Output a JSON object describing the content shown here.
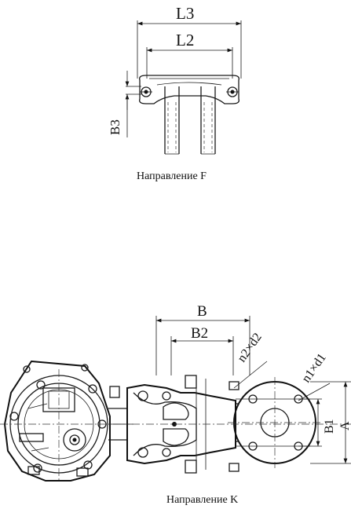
{
  "view_f": {
    "caption": "Направление F",
    "dims": {
      "l3": "L3",
      "l2": "L2",
      "b3": "B3"
    }
  },
  "view_k": {
    "caption": "Направление K",
    "dims": {
      "b": "B",
      "b2": "B2",
      "n2d2": "n2×d2",
      "n1d1": "n1×d1",
      "b1": "B1",
      "a": "A"
    }
  }
}
